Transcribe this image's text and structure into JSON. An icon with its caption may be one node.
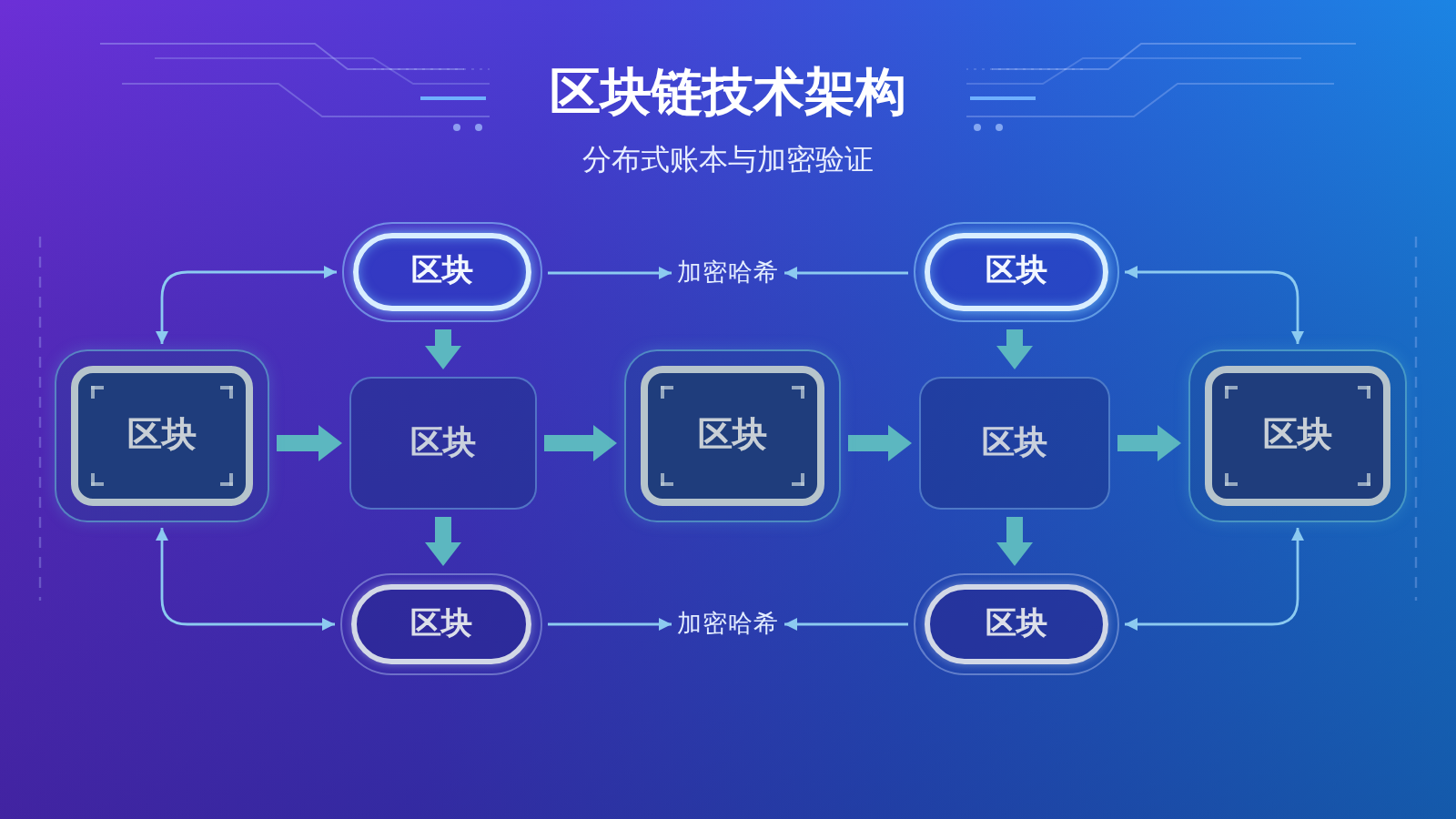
{
  "diagram": {
    "title": "区块链技术架构",
    "nodes": [
      {
        "text": [
          "区块"
        ]
      },
      {
        "text": [
          "加密哈希"
        ]
      },
      {
        "text": [
          "区块"
        ]
      },
      {
        "text": [
          "区块"
        ]
      },
      {
        "text": [
          "区块"
        ]
      },
      {
        "text": [
          "区块"
        ]
      },
      {
        "text": [
          "区块"
        ]
      },
      {
        "text": [
          "区块"
        ]
      },
      {
        "text": [
          "区块"
        ]
      },
      {
        "text": [
          "加密哈希"
        ]
      },
      {
        "text": [
          "区块"
        ]
      }
    ],
    "edges": [
      {
        "from": 0,
        "to": 1,
        "arrow": "to"
      },
      {
        "from": 2,
        "to": 1,
        "arrow": "to"
      },
      {
        "from": 3,
        "to": 0,
        "arrow": "both"
      },
      {
        "from": 7,
        "to": 2,
        "arrow": "both"
      },
      {
        "from": 0,
        "to": 4,
        "arrow": "to",
        "style": "thick",
        "color": "#5cb7c0"
      },
      {
        "from": 2,
        "to": 6,
        "arrow": "to",
        "style": "thick",
        "color": "#5cb7c0"
      },
      {
        "from": 3,
        "to": 4,
        "arrow": "to",
        "style": "thick",
        "color": "#5cb7c0"
      },
      {
        "from": 4,
        "to": 5,
        "arrow": "to",
        "style": "thick",
        "color": "#5cb7c0"
      },
      {
        "from": 5,
        "to": 6,
        "arrow": "to",
        "style": "thick",
        "color": "#5cb7c0"
      },
      {
        "from": 6,
        "to": 7,
        "arrow": "to",
        "style": "thick",
        "color": "#5cb7c0"
      },
      {
        "from": 4,
        "to": 8,
        "arrow": "to",
        "style": "thick",
        "color": "#5cb7c0"
      },
      {
        "from": 6,
        "to": 10,
        "arrow": "to",
        "style": "thick",
        "color": "#5cb7c0"
      },
      {
        "from": 3,
        "to": 8,
        "arrow": "both"
      },
      {
        "from": 7,
        "to": 10,
        "arrow": "both"
      },
      {
        "from": 8,
        "to": 9,
        "arrow": "to"
      },
      {
        "from": 10,
        "to": 9,
        "arrow": "to"
      }
    ],
    "labels": [
      "分布式账本与加密验证"
    ]
  }
}
